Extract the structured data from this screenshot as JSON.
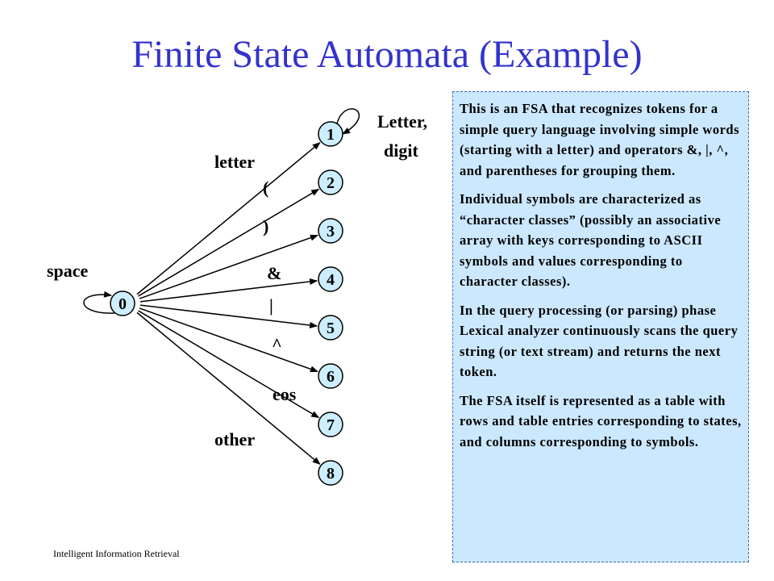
{
  "slide": {
    "title": "Finite State Automata (Example)",
    "footer": "Intelligent Information Retrieval"
  },
  "fsa": {
    "start_state": "0",
    "start_loop_label": "space",
    "states": [
      {
        "id": "1",
        "edge": "letter",
        "self_loop": "Letter, digit"
      },
      {
        "id": "2",
        "edge": "("
      },
      {
        "id": "3",
        "edge": ")"
      },
      {
        "id": "4",
        "edge": "&"
      },
      {
        "id": "5",
        "edge": "|"
      },
      {
        "id": "6",
        "edge": "^"
      },
      {
        "id": "7",
        "edge": "eos"
      },
      {
        "id": "8",
        "edge": "other"
      }
    ],
    "loop_label_line1": "Letter,",
    "loop_label_line2": "digit"
  },
  "note": {
    "paragraphs": [
      "This is an FSA that recognizes tokens for a simple query language involving simple words (starting with a letter) and operators &, |, ^, and parentheses for grouping them.",
      "Individual symbols are characterized as “character classes” (possibly an associative array with keys corresponding to ASCII symbols and values corresponding to character classes).",
      "In the query processing (or parsing) phase Lexical analyzer continuously scans the query string (or text stream) and returns the next token.",
      "The FSA itself is represented as a table with rows and table entries corresponding to states, and columns corresponding to symbols."
    ],
    "background": "#cce8ff"
  },
  "colors": {
    "title": "#3333cc",
    "state_fill": "#cceeff"
  }
}
